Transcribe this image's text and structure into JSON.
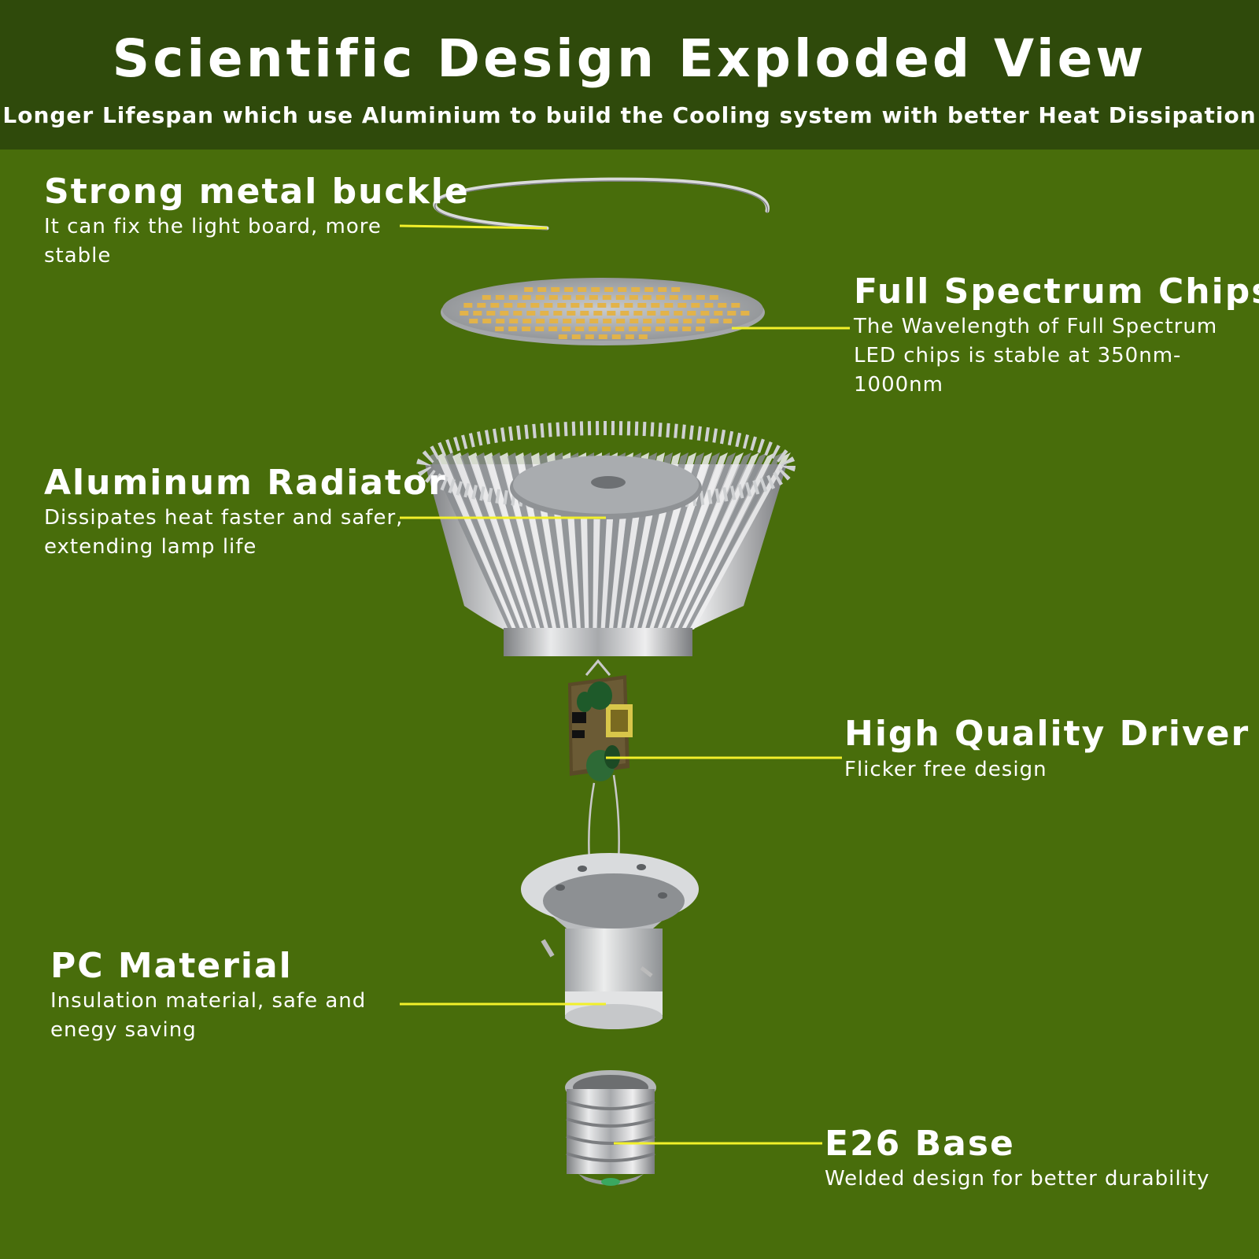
{
  "header": {
    "title": "Scientific Design Exploded View",
    "subtitle": "Longer Lifespan which use Aluminium to build the Cooling system with better Heat Dissipation"
  },
  "callouts": [
    {
      "title": "Strong metal buckle",
      "desc": "It can fix the light board, more stable"
    },
    {
      "title": "Full Spectrum Chips",
      "desc": "The Wavelength of Full Spectrum LED chips is stable at 350nm-1000nm"
    },
    {
      "title": "Aluminum Radiator",
      "desc": "Dissipates heat faster and safer, extending lamp life"
    },
    {
      "title": "High Quality Driver",
      "desc": "Flicker free design"
    },
    {
      "title": "PC Material",
      "desc": "Insulation material, safe and enegy saving"
    },
    {
      "title": "E26 Base",
      "desc": "Welded design for better durability"
    }
  ],
  "colors": {
    "background": "#486d0b",
    "header": "#2f4a0b",
    "leader_line": "#f2f02a",
    "chip": "#e2b34a"
  }
}
